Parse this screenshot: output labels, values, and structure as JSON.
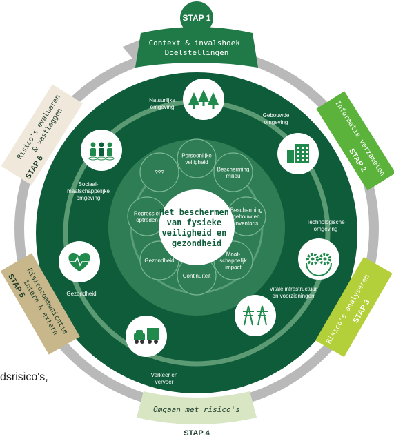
{
  "center": {
    "lines": [
      "Het beschermen",
      "van fysieke",
      "veiligheid en",
      "gezondheid"
    ]
  },
  "inner_items": [
    {
      "lines": [
        "Persoonlijke",
        "veiligheid"
      ]
    },
    {
      "lines": [
        "Bescherming",
        "milieu"
      ]
    },
    {
      "lines": [
        "Bescherming",
        "gebouw en",
        "inventaris"
      ]
    },
    {
      "lines": [
        "Maat-",
        "schappelijk",
        "impact"
      ]
    },
    {
      "lines": [
        "Continuïteit"
      ]
    },
    {
      "lines": [
        "Gezondheid"
      ]
    },
    {
      "lines": [
        "Repressief",
        "optreden"
      ]
    },
    {
      "lines": [
        "???"
      ]
    }
  ],
  "outer_items": [
    {
      "lines": [
        "Natuurlijke",
        "omgeving"
      ],
      "icon": "trees-icon"
    },
    {
      "lines": [
        "Gebouwde",
        "omgeving"
      ],
      "icon": "buildings-icon"
    },
    {
      "lines": [
        "Technologische",
        "omgeving"
      ],
      "icon": "gears-icon"
    },
    {
      "lines": [
        "Vitale infrastructuur",
        "en voorzieningen"
      ],
      "icon": "power-pylons-icon"
    },
    {
      "lines": [
        "Verkeer en",
        "vervoer"
      ],
      "icon": "vehicles-icon"
    },
    {
      "lines": [
        "Gezondheid"
      ],
      "icon": "heart-pulse-icon"
    },
    {
      "lines": [
        "Sociaal-",
        "maatschappelijke",
        "omgeving"
      ],
      "icon": "people-icon"
    }
  ],
  "steps": [
    {
      "label": "STAP 1",
      "lines": [
        "Context & invalshoek",
        "Doelstellingen"
      ],
      "color": "#1f7a47"
    },
    {
      "label": "STAP 2",
      "lines": [
        "Informatie verzamelen"
      ],
      "color": "#5bb33b"
    },
    {
      "label": "STAP 3",
      "lines": [
        "Risico's analyseren"
      ],
      "color": "#b3cf3a"
    },
    {
      "label": "STAP 4",
      "lines": [
        "Omgaan met risico's"
      ],
      "color": "#d9e6c4"
    },
    {
      "label": "STAP 5",
      "lines": [
        "Risicocommunicatie",
        "intern & extern"
      ],
      "color": "#c9b78c"
    },
    {
      "label": "STAP 6",
      "lines": [
        "Risico's evalueren",
        "& vastleggen"
      ],
      "color": "#f0e8da"
    }
  ],
  "colors": {
    "dark_green": "#0f5c3b",
    "inner_green": "#2f7d54",
    "ring": "#b9b9b9",
    "icon_green": "#1f8a4c"
  },
  "side_text": "dsrisico's,"
}
